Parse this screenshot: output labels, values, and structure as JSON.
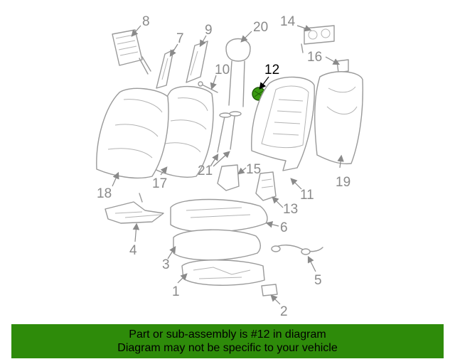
{
  "diagram": {
    "highlight_color": "#3a9a10",
    "callouts": {
      "c1": "1",
      "c2": "2",
      "c3": "3",
      "c4": "4",
      "c5": "5",
      "c6": "6",
      "c7": "7",
      "c8": "8",
      "c9": "9",
      "c10": "10",
      "c11": "11",
      "c12": "12",
      "c13": "13",
      "c14": "14",
      "c15": "15",
      "c16": "16",
      "c17": "17",
      "c18": "18",
      "c19": "19",
      "c20": "20",
      "c21": "21"
    }
  },
  "banner": {
    "background": "#2e8b0a",
    "line1": "Part or sub-assembly is #12 in diagram",
    "line2": "Diagram may not be specific to your vehicle"
  }
}
